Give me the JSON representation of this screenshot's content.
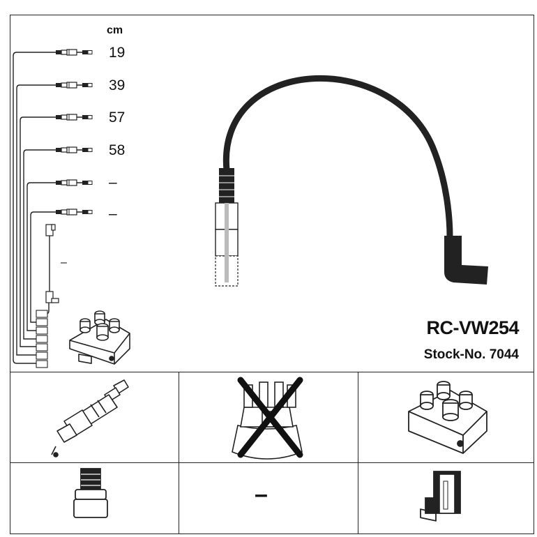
{
  "header": {
    "unit": "cm"
  },
  "leads": [
    {
      "length": "19"
    },
    {
      "length": "39"
    },
    {
      "length": "57"
    },
    {
      "length": "58"
    },
    {
      "length": "–"
    },
    {
      "length": "–"
    }
  ],
  "extra_lead": {
    "length": "–"
  },
  "product": {
    "model": "RC-VW254",
    "stock_no": "Stock-No. 7044"
  },
  "cells": {
    "coil_unit": {
      "value": "–"
    }
  }
}
